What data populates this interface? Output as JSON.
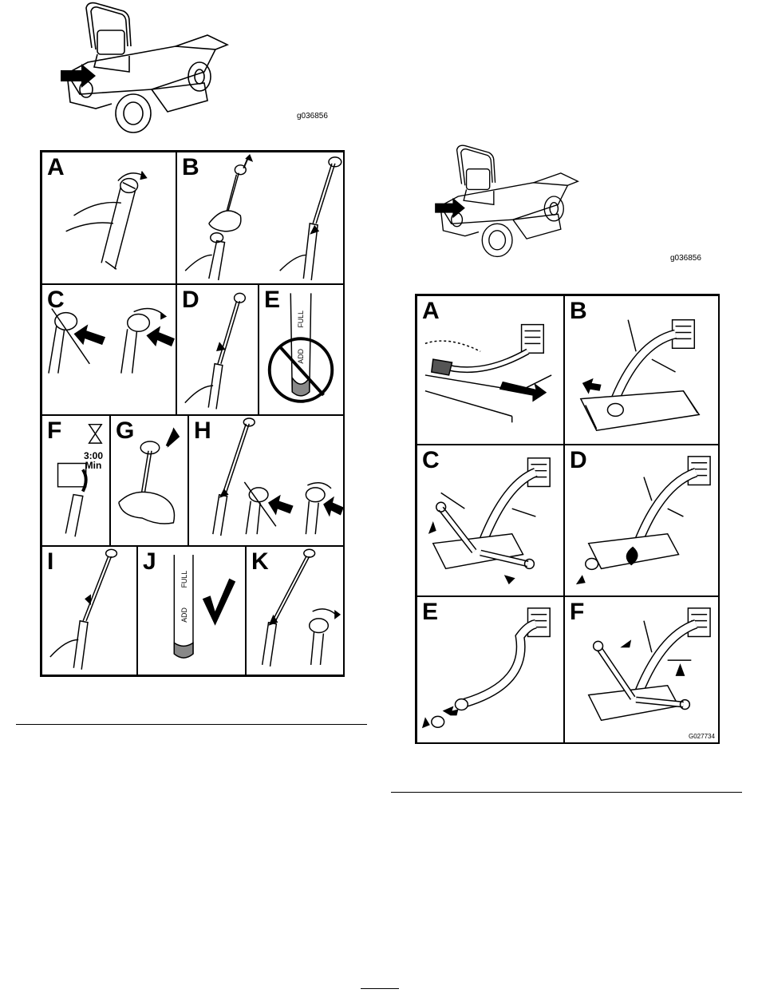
{
  "left_column": {
    "mower_figure": {
      "code": "g036856"
    },
    "oil_check_panels": {
      "labels": [
        "A",
        "B",
        "C",
        "D",
        "E",
        "F",
        "G",
        "H",
        "I",
        "J",
        "K"
      ],
      "timer": {
        "line1": "3:00",
        "line2": "Min"
      },
      "dipstick_marks": {
        "add": "ADD",
        "full": "FULL"
      }
    }
  },
  "right_column": {
    "mower_figure": {
      "code": "g036856"
    },
    "drain_panels": {
      "labels": [
        "A",
        "B",
        "C",
        "D",
        "E",
        "F"
      ],
      "code": "G027734"
    }
  },
  "icons": [
    "arrow-icon",
    "hourglass-icon",
    "checkmark-icon",
    "prohibited-icon"
  ]
}
